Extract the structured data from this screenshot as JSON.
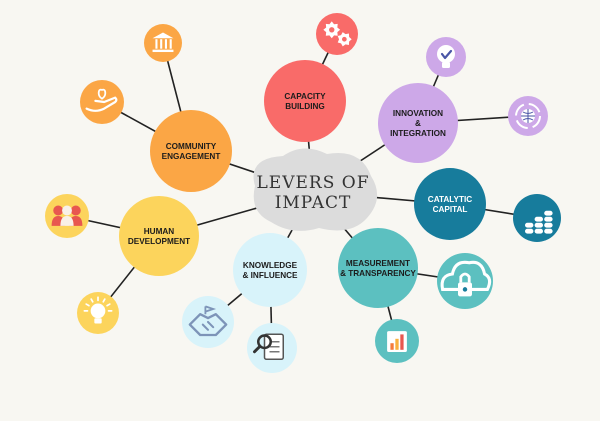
{
  "center": {
    "lines": [
      "LEVERS OF",
      "IMPACT"
    ],
    "color": "#dcdcdc",
    "text_color": "#333333"
  },
  "levers": [
    {
      "id": "capacity-building",
      "lines": [
        "CAPACITY",
        "BUILDING"
      ],
      "color": "#f96b69",
      "text_color": "#1c1c1c",
      "icons": [
        {
          "name": "gears-icon",
          "color": "#f96b69"
        }
      ]
    },
    {
      "id": "innovation-integration",
      "lines": [
        "INNOVATION",
        "&",
        "INTEGRATION"
      ],
      "color": "#cda8e8",
      "text_color": "#1c1c1c",
      "icons": [
        {
          "name": "lightbulb-check-icon",
          "color": "#cda8e8"
        },
        {
          "name": "globe-cycle-icon",
          "color": "#cda8e8"
        }
      ]
    },
    {
      "id": "catalytic-capital",
      "lines": [
        "CATALYTIC",
        "CAPITAL"
      ],
      "color": "#177c9c",
      "text_color": "#ffffff",
      "icons": [
        {
          "name": "coin-stacks-icon",
          "color": "#177c9c"
        }
      ]
    },
    {
      "id": "measurement-transparency",
      "lines": [
        "MEASUREMENT",
        "& TRANSPARENCY"
      ],
      "color": "#5cc0c0",
      "text_color": "#1c1c1c",
      "icons": [
        {
          "name": "cloud-lock-icon",
          "color": "#5cc0c0"
        },
        {
          "name": "bar-chart-icon",
          "color": "#5cc0c0"
        }
      ]
    },
    {
      "id": "knowledge-influence",
      "lines": [
        "KNOWLEDGE",
        "& INFLUENCE"
      ],
      "color": "#d8f3fa",
      "text_color": "#1c1c1c",
      "icons": [
        {
          "name": "handshake-icon",
          "color": "#d8f3fa"
        },
        {
          "name": "document-search-icon",
          "color": "#d8f3fa"
        }
      ]
    },
    {
      "id": "human-development",
      "lines": [
        "HUMAN",
        "DEVELOPMENT"
      ],
      "color": "#fcd45c",
      "text_color": "#1c1c1c",
      "icons": [
        {
          "name": "people-group-icon",
          "color": "#fcd45c"
        },
        {
          "name": "lightbulb-idea-icon",
          "color": "#fcd45c"
        }
      ]
    },
    {
      "id": "community-engagement",
      "lines": [
        "COMMUNITY",
        "ENGAGEMENT"
      ],
      "color": "#fba645",
      "text_color": "#1c1c1c",
      "icons": [
        {
          "name": "institution-icon",
          "color": "#fba645"
        },
        {
          "name": "hand-heart-icon",
          "color": "#fba645"
        }
      ]
    }
  ]
}
